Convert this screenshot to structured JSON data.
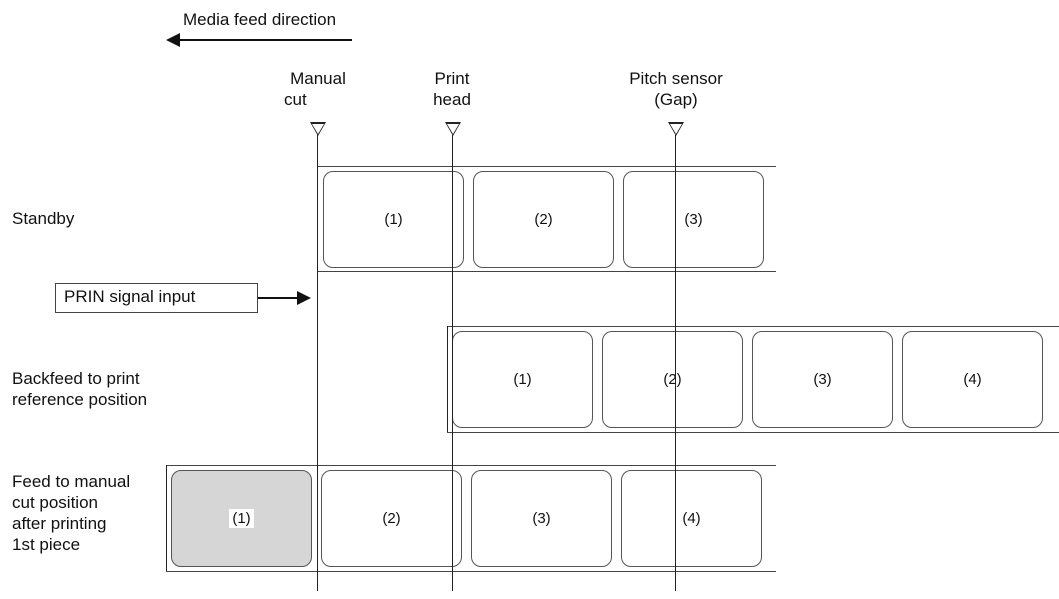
{
  "header": {
    "feed_direction": "Media feed direction"
  },
  "markers": {
    "manual_cut": [
      "Manual",
      "cut"
    ],
    "print_head": [
      "Print",
      "head"
    ],
    "pitch_sensor": [
      "Pitch sensor",
      "(Gap)"
    ]
  },
  "signal": {
    "label": "PRIN signal input"
  },
  "rows": [
    {
      "label": [
        "Standby"
      ],
      "labels": [
        "(1)",
        "(2)",
        "(3)"
      ]
    },
    {
      "label": [
        "Backfeed to print",
        "reference position"
      ],
      "labels": [
        "(1)",
        "(2)",
        "(3)",
        "(4)"
      ]
    },
    {
      "label": [
        "Feed to manual",
        "cut position",
        "after printing",
        "1st piece"
      ],
      "labels": [
        "(1)",
        "(2)",
        "(3)",
        "(4)"
      ],
      "printed_index": 0
    }
  ],
  "colors": {
    "printed_label": "#d6d6d6",
    "line": "#222222"
  }
}
